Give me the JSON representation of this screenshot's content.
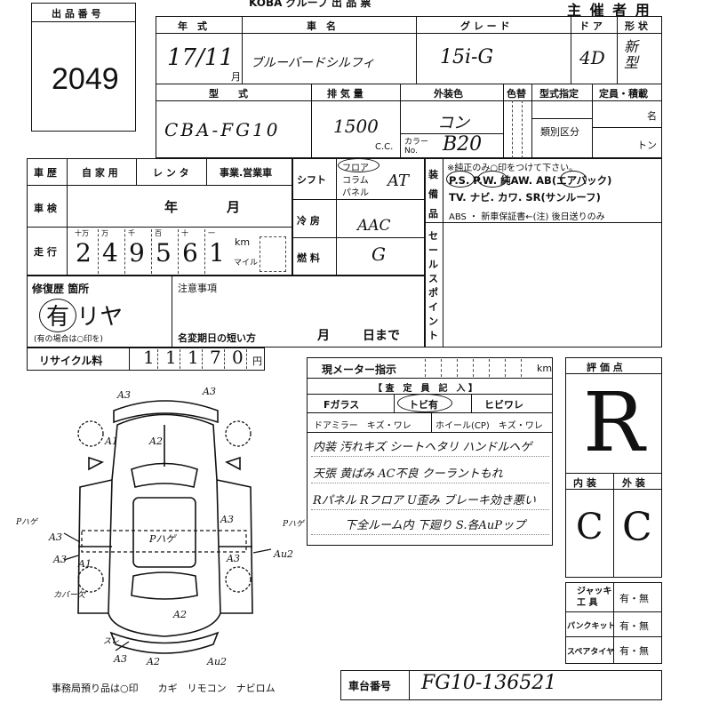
{
  "header": {
    "lot_label": "出 品 番 号",
    "lot_number": "2049",
    "title": "KOBA  グループ 出 品 票",
    "organizer": "主 催 者 用"
  },
  "row1": {
    "year_label": "年　式",
    "car_label": "車　名",
    "grade_label": "グ レ ー ド",
    "door_label": "ド ア",
    "shape_label": "形 状",
    "year_value": "17/11",
    "year_unit": "月",
    "car_value": "ブルーバードシルフィ",
    "grade_value": "15i-G",
    "door_value": "4D",
    "shape_value": "新型"
  },
  "row2": {
    "model_label": "型　　式",
    "displacement_label": "排 気 量",
    "exterior_label": "外装色",
    "color_change_label": "色替",
    "model_designation_label": "型式指定",
    "capacity_label": "定員・積載",
    "model_value": "CBA-FG10",
    "displacement_value": "1500",
    "cc_unit": "C.C.",
    "exterior_value": "コン",
    "color_no_label": "カラー No.",
    "color_no_value": "B20",
    "class_label": "類別区分",
    "persons_unit": "名",
    "tons_unit": "トン"
  },
  "history": {
    "history_label": "車 歴",
    "options": [
      "自 家 用",
      "レ ン タ",
      "事業.営業車"
    ],
    "inspection_label": "車 検",
    "year_unit": "年",
    "month_unit": "月",
    "mileage_label": "走 行",
    "digit_units": [
      "十万",
      "万",
      "千",
      "百",
      "十",
      "一"
    ],
    "digits": [
      "2",
      "4",
      "9",
      "5",
      "6",
      "1"
    ],
    "km_unit": "km",
    "mile_unit": "マイル"
  },
  "specs": {
    "shift_label": "シフト",
    "shift_options": [
      "フロア",
      "コラム",
      "パネル"
    ],
    "shift_value": "AT",
    "ac_label": "冷 房",
    "ac_value": "AAC",
    "fuel_label": "燃 料",
    "fuel_value": "G"
  },
  "equipment": {
    "label": "装 備 品",
    "note": "※純正のみ○印をつけて下さい。",
    "line1": "P.S.  P.W.  純AW.  AB(エアバック)",
    "line2": "TV. ナビ. カワ. SR(サンルーフ)",
    "line3": "ABS ・ 新車保証書←(注) 後日送りのみ",
    "sales_point_label": "セールスポイント"
  },
  "repair": {
    "label": "修復歴 箇所",
    "value": "有 リヤ",
    "note": "(有の場合は○印を)",
    "notes_label": "注意事項",
    "name_change_label": "名変期日の短い方",
    "month_unit": "月",
    "day_unit": "日まで"
  },
  "recycle": {
    "label": "リサイクル料",
    "digits": [
      "1",
      "1",
      "1",
      "7",
      "0"
    ],
    "unit": "円"
  },
  "meter": {
    "label": "現メーター指示",
    "unit": "km"
  },
  "inspector": {
    "title": "【 査　定　員　記　入 】",
    "glass_label": "Fガラス",
    "glass_value": "トビ有",
    "crack_label": "ヒビワレ",
    "mirror_label": "ドアミラー　キズ・ワレ",
    "wheel_label": "ホイール(CP)　キズ・ワレ",
    "comments": [
      "内装 汚れキズ シートヘタリ ハンドルヘゲ",
      "天張 黄ばみ AC不良 クーラントもれ",
      "Rパネル Rフロア U歪み ブレーキ効き悪い",
      "下全ルーム内 下廻り S.各AuPップ"
    ]
  },
  "diagram": {
    "labels": {
      "a3_top_left": "A3",
      "a3_top_right": "A3",
      "a2_hood": "A2",
      "a2_rear": "A2",
      "a1_left": "A1",
      "a3_side": "A3",
      "a3_left_mid": "A3",
      "a3_left_low": "A3",
      "a1_lower": "A1",
      "a3_right_rear": "A3",
      "au2": "Au2",
      "a3_bottom": "A3",
      "a2_bottom": "A2",
      "au2_bottom": "Au2",
      "roof": "Pハゲ",
      "scratch": "スレ",
      "side_left": "Pハゲ",
      "side_right": "Pハゲ",
      "cap": "カバー欠"
    }
  },
  "evaluation": {
    "label": "評 価 点",
    "score": "R",
    "interior_label": "内 装",
    "exterior_label": "外 装",
    "interior_value": "C",
    "exterior_value": "C"
  },
  "tools": {
    "jack_label": "ジャッキ 工 具",
    "puncture_label": "パンクキット",
    "spare_label": "スペアタイヤ",
    "presence": "有・無"
  },
  "footer": {
    "office_note": "事務局預り品は○印　　カギ　リモコン　ナビロム",
    "chassis_label": "車台番号",
    "chassis_value": "FG10-136521"
  }
}
